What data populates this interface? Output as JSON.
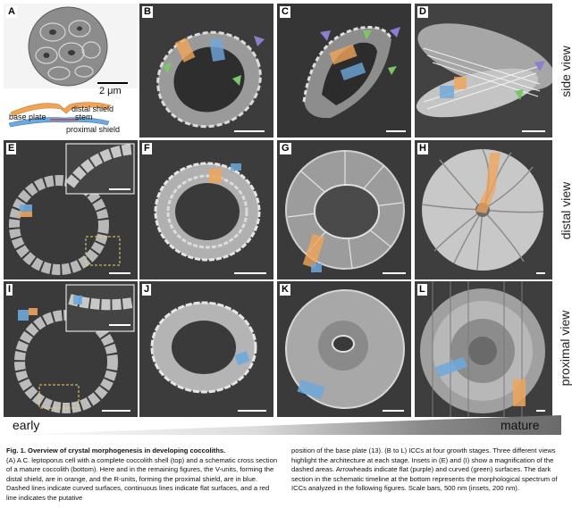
{
  "panels": {
    "A": {
      "label": "A",
      "scale_label": "2 μm"
    },
    "B": {
      "label": "B"
    },
    "C": {
      "label": "C"
    },
    "D": {
      "label": "D"
    },
    "E": {
      "label": "E"
    },
    "F": {
      "label": "F"
    },
    "G": {
      "label": "G"
    },
    "H": {
      "label": "H"
    },
    "I": {
      "label": "I"
    },
    "J": {
      "label": "J"
    },
    "K": {
      "label": "K"
    },
    "L": {
      "label": "L"
    }
  },
  "schematic": {
    "distal_shield": "distal shield",
    "stem": "stem",
    "base_plate": "base plate",
    "proximal_shield": "proximal shield"
  },
  "row_labels": {
    "side": "side view",
    "distal": "distal view",
    "proximal": "proximal view"
  },
  "timeline": {
    "early": "early",
    "mature": "mature"
  },
  "caption": {
    "title": "Fig. 1. Overview of crystal morphogenesis in developing coccoliths.",
    "left_body": "(A) A C. leptoporus cell with a complete coccolith shell (top) and a schematic cross section of a mature coccolith (bottom). Here and in the remaining figures, the V-units, forming the distal shield, are in orange, and the R-units, forming the proximal shield, are in blue. Dashed lines indicate curved surfaces, continuous lines indicate flat surfaces, and a red line indicates the putative",
    "right_body": "position of the base plate (13). (B to L) ICCs at four growth stages. Three different views highlight the architecture at each stage. Insets in (E) and (I) show a magnification of the dashed areas. Arrowheads indicate flat (purple) and curved (green) surfaces. The dark section in the schematic timeline at the bottom represents the morphological spectrum of ICCs analyzed in the following figures. Scale bars, 500 nm (insets, 200 nm)."
  },
  "colors": {
    "v_units": "#f0a45a",
    "r_units": "#6fa8dc",
    "flat_arrow": "#8a7fd0",
    "curved_arrow": "#7cc66a",
    "base_plate_line": "#d23a3a"
  }
}
